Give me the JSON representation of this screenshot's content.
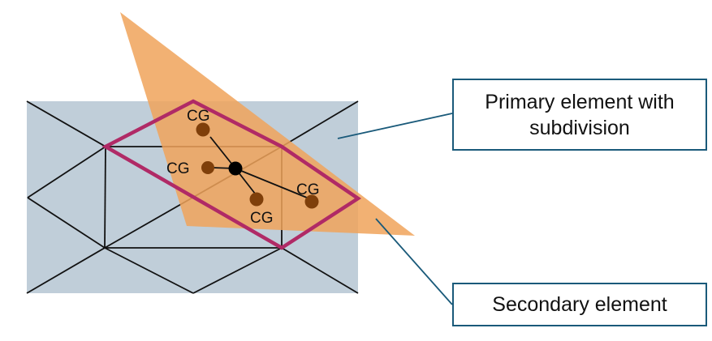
{
  "labels": {
    "primary_callout": "Primary element with subdivision",
    "secondary_callout": "Secondary element",
    "cg_top": "CG",
    "cg_left": "CG",
    "cg_bottom": "CG",
    "cg_right": "CG"
  },
  "colors": {
    "primary_mesh_fill": "#c0ced9",
    "secondary_element_fill": "#f4b173",
    "primary_element_outline": "#b02a66",
    "cg_point": "#7f3f0a",
    "center_point": "#000000",
    "callout_border": "#1a5a7a"
  }
}
